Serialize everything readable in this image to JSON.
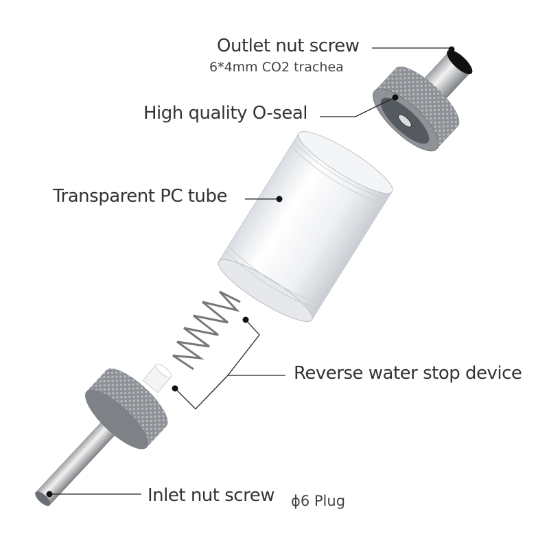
{
  "labels": {
    "outlet": "Outlet nut screw",
    "outlet_sub": "6*4mm CO2 trachea",
    "oseal": "High quality O-seal",
    "tube": "Transparent PC tube",
    "reverse": "Reverse water stop device",
    "inlet": "Inlet nut screw",
    "inlet_sub": "ϕ6 Plug"
  },
  "colors": {
    "text": "#333333",
    "metal": "#8a8d91",
    "leader": "#222222"
  }
}
